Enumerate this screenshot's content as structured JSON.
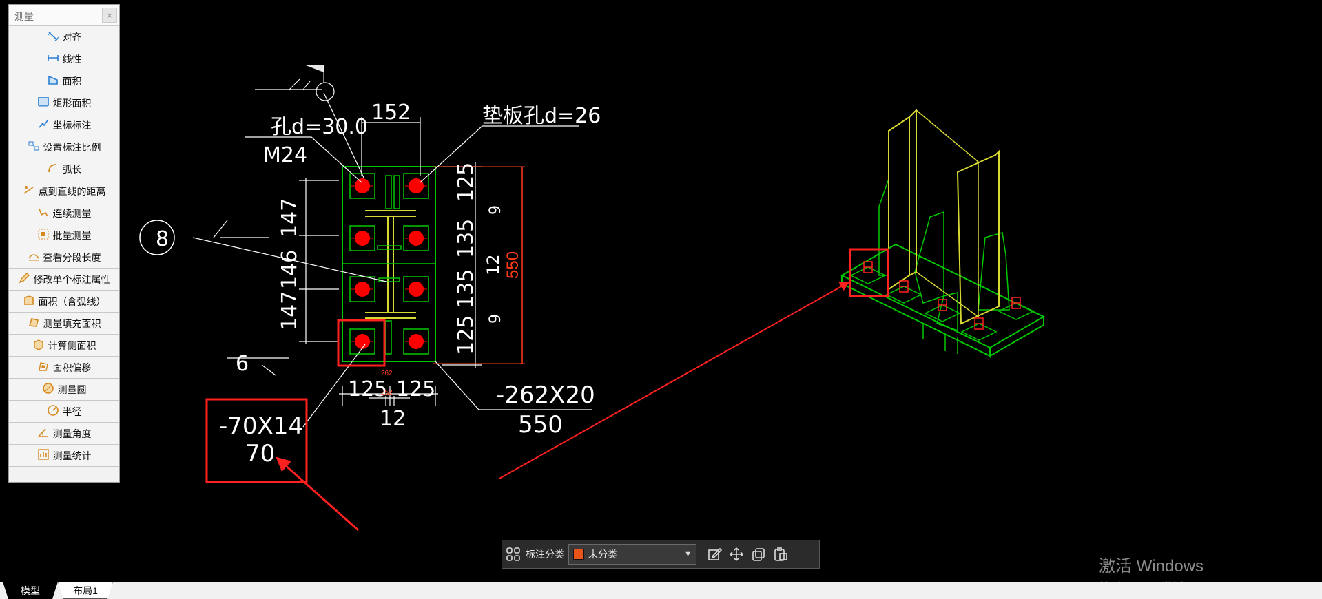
{
  "measure_panel": {
    "title": "测量",
    "close_symbol": "×",
    "tools": [
      {
        "label": "对齐",
        "icon": "aligned-dimension-icon"
      },
      {
        "label": "线性",
        "icon": "linear-dimension-icon"
      },
      {
        "label": "面积",
        "icon": "area-icon"
      },
      {
        "label": "矩形面积",
        "icon": "rect-area-icon"
      },
      {
        "label": "坐标标注",
        "icon": "coordinate-icon"
      },
      {
        "label": "设置标注比例",
        "icon": "scale-icon"
      },
      {
        "label": "弧长",
        "icon": "arc-length-icon"
      },
      {
        "label": "点到直线的距离",
        "icon": "point-line-distance-icon"
      },
      {
        "label": "连续测量",
        "icon": "continuous-measure-icon"
      },
      {
        "label": "批量测量",
        "icon": "batch-measure-icon"
      },
      {
        "label": "查看分段长度",
        "icon": "segment-length-icon"
      },
      {
        "label": "修改单个标注属性",
        "icon": "edit-annotation-icon"
      },
      {
        "label": "面积（含弧线）",
        "icon": "area-arc-icon"
      },
      {
        "label": "测量填充面积",
        "icon": "fill-area-icon"
      },
      {
        "label": "计算侧面积",
        "icon": "side-area-icon"
      },
      {
        "label": "面积偏移",
        "icon": "area-offset-icon"
      },
      {
        "label": "测量圆",
        "icon": "measure-circle-icon"
      },
      {
        "label": "半径",
        "icon": "radius-icon"
      },
      {
        "label": "测量角度",
        "icon": "angle-icon"
      },
      {
        "label": "测量统计",
        "icon": "statistics-icon"
      }
    ]
  },
  "drawing": {
    "hole_label": "孔d=30.0",
    "bolt_label": "M24",
    "washer_hole_label": "垫板孔d=26",
    "top_dim": "152",
    "left_dims": [
      "147",
      "146",
      "147"
    ],
    "right_dims": [
      "125",
      "135",
      "12",
      "135",
      "125"
    ],
    "right_small_dims": [
      "9",
      "9"
    ],
    "overall_height": "550",
    "bottom_dims": [
      "125",
      "125"
    ],
    "bottom_small": [
      "262",
      "252"
    ],
    "web_dim": "12",
    "weld_mark": "8",
    "weld_size": "6",
    "plate_spec": "-262X20",
    "plate_length": "550",
    "washer_spec": "-70X14",
    "washer_length": "70"
  },
  "annotation_toolbar": {
    "category_label": "标注分类",
    "category_value": "未分类",
    "swatch_color": "#e8541a",
    "icons": [
      "grid-icon",
      "edit-icon",
      "move-icon",
      "copy-icon",
      "paste-icon"
    ]
  },
  "tabs": [
    "模型",
    "布局1"
  ],
  "watermark": {
    "title": "激活 Windows",
    "subtitle": "转到\"设置\"以激活 Windows。"
  },
  "colors": {
    "plate": "#00c800",
    "bolt": "#ff0000",
    "steel": "#d8d832",
    "highlight": "#ff2020",
    "dim_red": "#ff3b1a"
  }
}
